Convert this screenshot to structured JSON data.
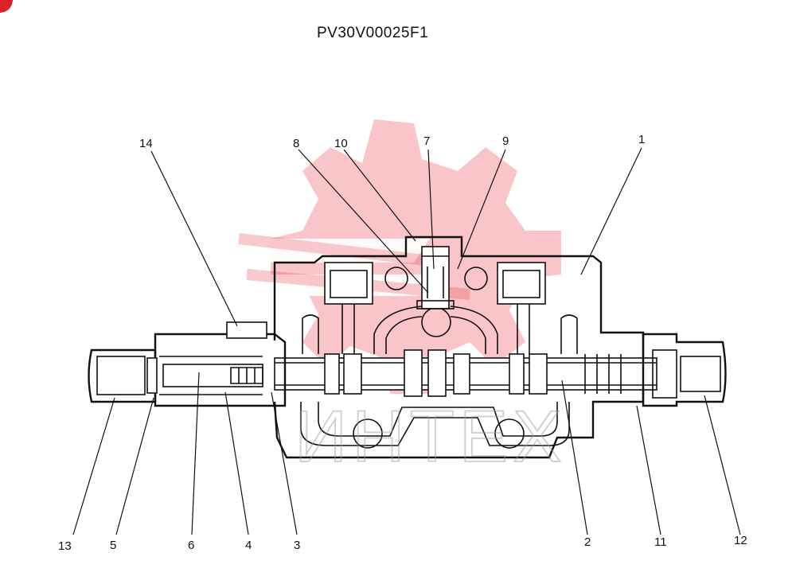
{
  "drawing_code": "PV30V00025F1",
  "watermark_text": "ИНТЕХ",
  "watermark_color": "#e8303a",
  "part_labels": {
    "p1": "1",
    "p2": "2",
    "p3": "3",
    "p4": "4",
    "p5": "5",
    "p6": "6",
    "p7": "7",
    "p8": "8",
    "p9": "9",
    "p10": "10",
    "p11": "11",
    "p12": "12",
    "p13": "13",
    "p14": "14"
  }
}
